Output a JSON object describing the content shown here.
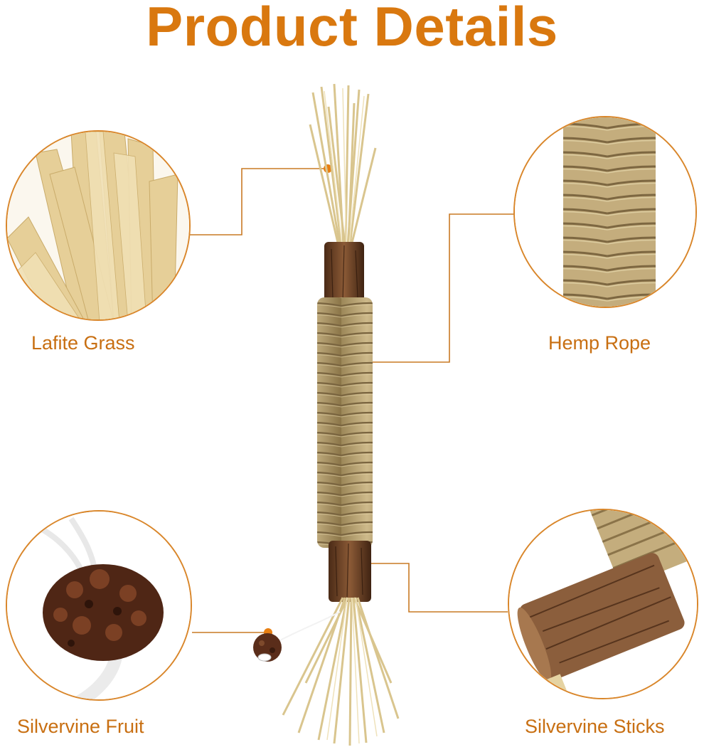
{
  "page": {
    "title": "Product Details",
    "accent_color": "#d9780f",
    "line_color": "#c97a24"
  },
  "features": [
    {
      "label": "Lafite Grass",
      "icon": "lafite-grass-closeup"
    },
    {
      "label": "Hemp Rope",
      "icon": "hemp-rope-closeup"
    },
    {
      "label": "Silvervine Fruit",
      "icon": "silvervine-fruit-closeup"
    },
    {
      "label": "Silvervine Sticks",
      "icon": "silvervine-sticks-closeup"
    }
  ]
}
